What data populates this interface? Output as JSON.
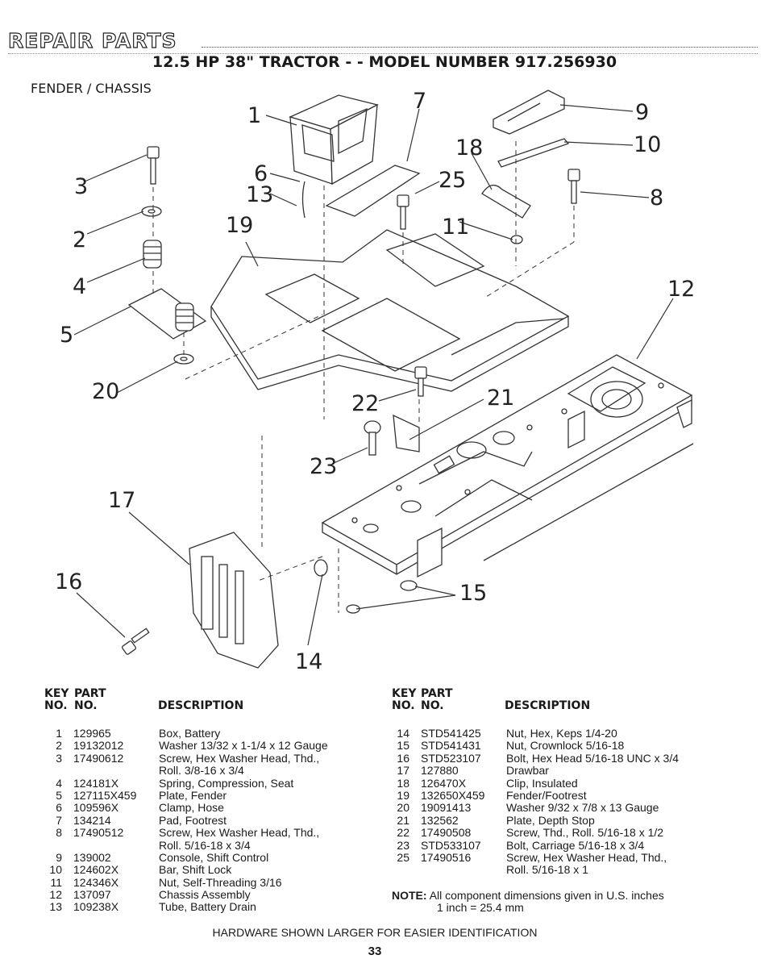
{
  "header": {
    "title": "REPAIR PARTS",
    "subtitle": "12.5 HP 38\" TRACTOR - - MODEL NUMBER 917.256930",
    "section": "FENDER / CHASSIS"
  },
  "callouts": [
    "1",
    "7",
    "9",
    "10",
    "18",
    "25",
    "6",
    "13",
    "8",
    "3",
    "2",
    "19",
    "11",
    "4",
    "12",
    "5",
    "20",
    "22",
    "21",
    "23",
    "17",
    "16",
    "15",
    "14"
  ],
  "table_headers": {
    "key": "KEY",
    "no_key": "NO.",
    "part": "PART",
    "no_part": "NO.",
    "description": "DESCRIPTION"
  },
  "parts_left": [
    {
      "key": "1",
      "part": "129965",
      "desc": "Box, Battery"
    },
    {
      "key": "2",
      "part": "19132012",
      "desc": "Washer  13/32 x 1-1/4 x 12 Gauge"
    },
    {
      "key": "3",
      "part": "17490612",
      "desc": "Screw, Hex Washer Head, Thd.,"
    },
    {
      "key": "",
      "part": "",
      "desc": "Roll.  3/8-16 x 3/4"
    },
    {
      "key": "4",
      "part": "124181X",
      "desc": "Spring, Compression, Seat"
    },
    {
      "key": "5",
      "part": "127115X459",
      "desc": "Plate, Fender"
    },
    {
      "key": "6",
      "part": "109596X",
      "desc": "Clamp, Hose"
    },
    {
      "key": "7",
      "part": "134214",
      "desc": "Pad, Footrest"
    },
    {
      "key": "8",
      "part": "17490512",
      "desc": "Screw, Hex Washer Head, Thd.,"
    },
    {
      "key": "",
      "part": "",
      "desc": "Roll.  5/16-18 x 3/4"
    },
    {
      "key": "9",
      "part": "139002",
      "desc": "Console, Shift Control"
    },
    {
      "key": "10",
      "part": "124602X",
      "desc": "Bar, Shift Lock"
    },
    {
      "key": "11",
      "part": "124346X",
      "desc": "Nut, Self-Threading  3/16"
    },
    {
      "key": "12",
      "part": "137097",
      "desc": "Chassis Assembly"
    },
    {
      "key": "13",
      "part": "109238X",
      "desc": "Tube, Battery Drain"
    }
  ],
  "parts_right": [
    {
      "key": "14",
      "part": "STD541425",
      "desc": "Nut, Hex, Keps  1/4-20"
    },
    {
      "key": "15",
      "part": "STD541431",
      "desc": "Nut, Crownlock  5/16-18"
    },
    {
      "key": "16",
      "part": "STD523107",
      "desc": "Bolt, Hex Head  5/16-18 UNC x 3/4"
    },
    {
      "key": "17",
      "part": "127880",
      "desc": "Drawbar"
    },
    {
      "key": "18",
      "part": "126470X",
      "desc": "Clip, Insulated"
    },
    {
      "key": "19",
      "part": "132650X459",
      "desc": "Fender/Footrest"
    },
    {
      "key": "20",
      "part": "19091413",
      "desc": "Washer  9/32 x 7/8 x 13 Gauge"
    },
    {
      "key": "21",
      "part": "132562",
      "desc": "Plate, Depth Stop"
    },
    {
      "key": "22",
      "part": "17490508",
      "desc": "Screw, Thd., Roll.  5/16-18 x 1/2"
    },
    {
      "key": "23",
      "part": "STD533107",
      "desc": "Bolt, Carriage  5/16-18 x 3/4"
    },
    {
      "key": "25",
      "part": "17490516",
      "desc": "Screw, Hex Washer Head, Thd.,"
    },
    {
      "key": "",
      "part": "",
      "desc": "Roll.  5/16-18 x 1"
    }
  ],
  "note": {
    "label": "NOTE:",
    "text": "All component dimensions given in U.S. inches",
    "conversion": "1 inch = 25.4 mm"
  },
  "footer": "HARDWARE SHOWN LARGER FOR EASIER IDENTIFICATION",
  "page_number": "33"
}
